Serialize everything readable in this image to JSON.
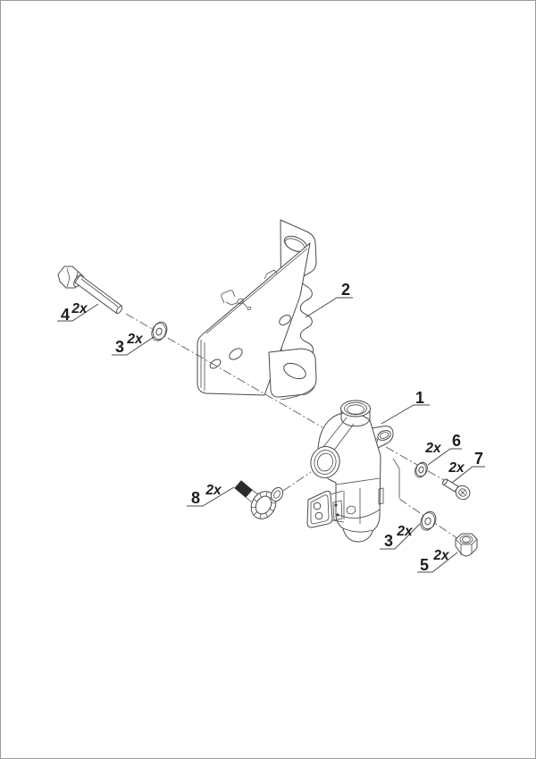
{
  "page": {
    "background": "#ffffff",
    "border_color": "#9a9a9a",
    "line_color": "#4a4a4a",
    "label_color": "#1c1c1c"
  },
  "diagram": {
    "type": "exploded-parts-diagram",
    "parts": [
      {
        "callout": "1",
        "qty": "",
        "name": "valve-assembly"
      },
      {
        "callout": "2",
        "qty": "",
        "name": "mounting-bracket"
      },
      {
        "callout": "3",
        "qty": "2x",
        "name": "washer-upper"
      },
      {
        "callout": "4",
        "qty": "2x",
        "name": "hex-bolt"
      },
      {
        "callout": "5",
        "qty": "2x",
        "name": "hex-nut"
      },
      {
        "callout": "6",
        "qty": "2x",
        "name": "small-washer"
      },
      {
        "callout": "7",
        "qty": "2x",
        "name": "pan-head-screw"
      },
      {
        "callout": "8",
        "qty": "2x",
        "name": "seal-ring-tag"
      },
      {
        "callout": "3",
        "qty": "2x",
        "name": "washer-lower"
      }
    ]
  }
}
